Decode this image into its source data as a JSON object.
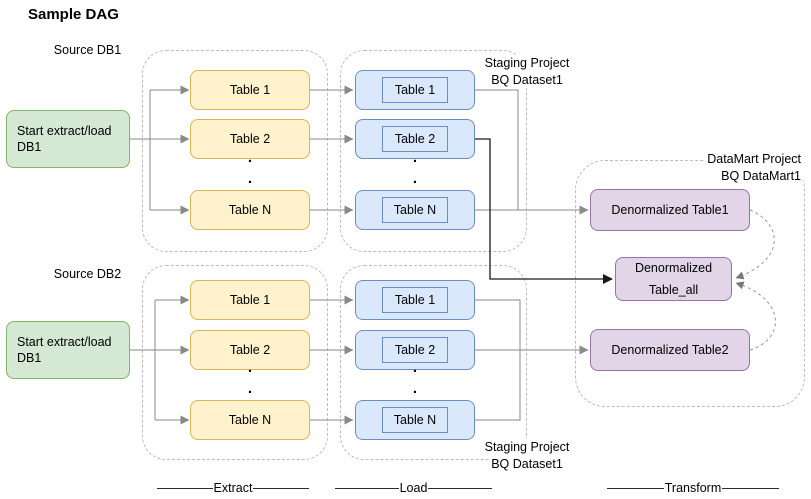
{
  "title": "Sample DAG",
  "db1": {
    "source_label": "Source DB1",
    "start_label": "Start extract/load DB1",
    "extract_tables": [
      "Table 1",
      "Table 2",
      "Table N"
    ],
    "load_tables": [
      "Table 1",
      "Table 2",
      "Table N"
    ],
    "staging_line1": "Staging Project",
    "staging_line2": "BQ Dataset1"
  },
  "db2": {
    "source_label": "Source DB2",
    "start_label": "Start extract/load DB1",
    "extract_tables": [
      "Table 1",
      "Table 2",
      "Table N"
    ],
    "load_tables": [
      "Table 1",
      "Table 2",
      "Table N"
    ],
    "staging_line1": "Staging Project",
    "staging_line2": "BQ Dataset1"
  },
  "datamart": {
    "label_line1": "DataMart Project",
    "label_line2": "BQ DataMart1",
    "table1": "Denormalized Table1",
    "table_all_line1": "Denormalized",
    "table_all_line2": "Table_all",
    "table2": "Denormalized Table2"
  },
  "phases": {
    "extract": "Extract",
    "load": "Load",
    "transform": "Transform"
  },
  "ellipsis_dot": ".",
  "colors": {
    "yellow_fill": "#FFF2CC",
    "yellow_stroke": "#D6B656",
    "green_fill": "#D5E8D4",
    "green_stroke": "#82B366",
    "blue_fill": "#DAE8FC",
    "blue_stroke": "#6C8EBF",
    "purple_fill": "#E1D5E7",
    "purple_stroke": "#9673A6",
    "connector": "#8a8a8a",
    "highlight_connector": "#1a1a1a",
    "group_border": "#bdbdbd"
  }
}
